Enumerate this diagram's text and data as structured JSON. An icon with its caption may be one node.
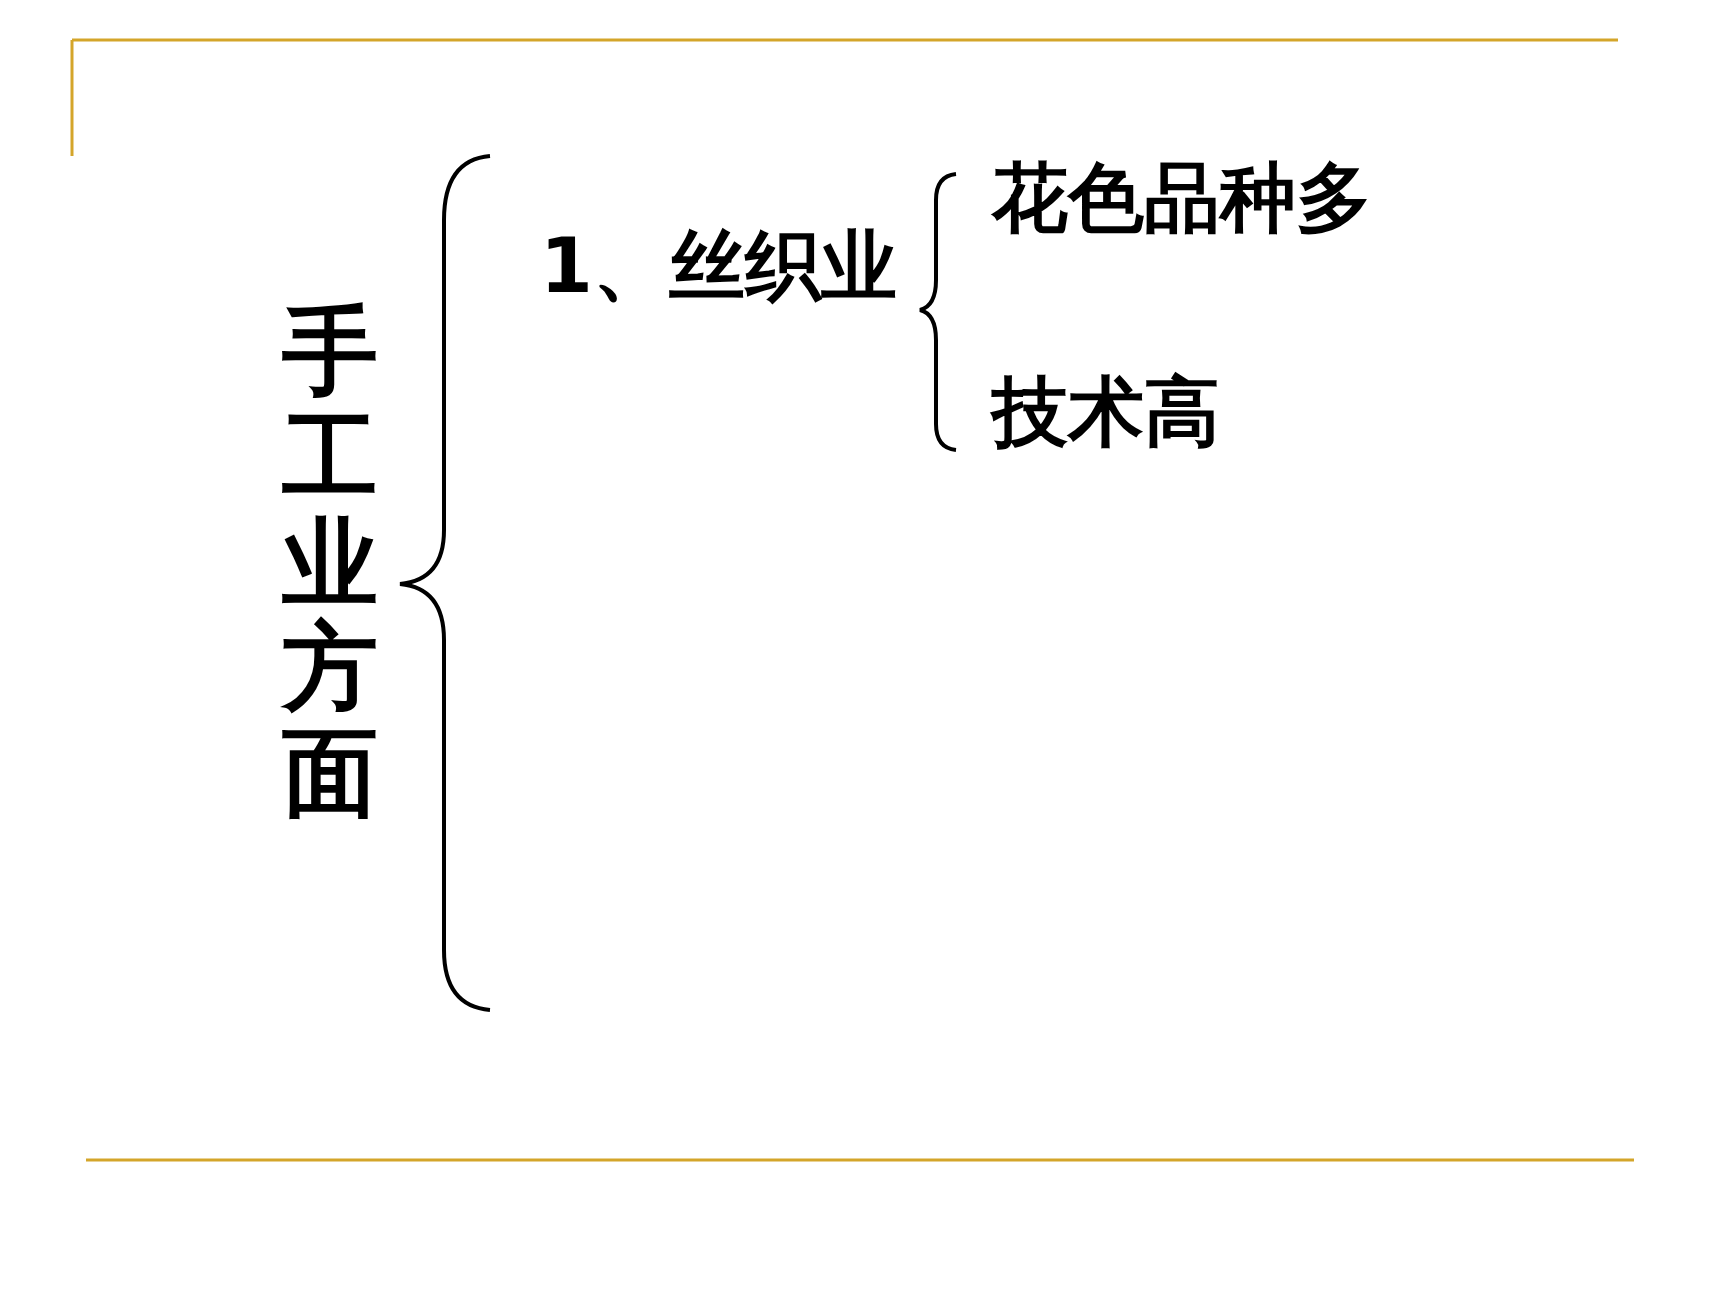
{
  "diagram": {
    "labels": [
      "手工业方面",
      "1、丝织业",
      "花色品种多",
      "技术高"
    ]
  }
}
